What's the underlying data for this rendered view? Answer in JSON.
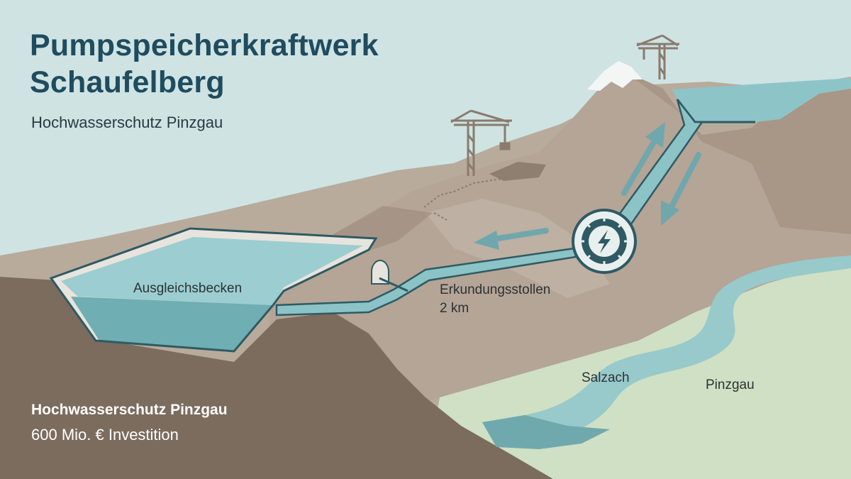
{
  "header": {
    "title_line1": "Pumpspeicherkraftwerk",
    "title_line2": "Schaufelberg",
    "subtitle": "Hochwasserschutz Pinzgau"
  },
  "labels": {
    "basin": "Ausgleichsbecken",
    "tunnel_line1": "Erkundungsstollen",
    "tunnel_line2": "2 km",
    "river": "Salzach",
    "valley": "Pinzgau"
  },
  "footer": {
    "title": "Hochwasserschutz Pinzgau",
    "investment": "600 Mio. € Investition"
  },
  "colors": {
    "sky": "#cfe3e3",
    "title": "#1f4c5e",
    "water": "#8cc3c7",
    "mountain": "#b6a89a",
    "ground": "#7b6c5e",
    "meadow": "#cfe0c4"
  },
  "icons": [
    "turbine-icon",
    "lightning-icon",
    "flow-arrow-icon",
    "crane-icon"
  ]
}
